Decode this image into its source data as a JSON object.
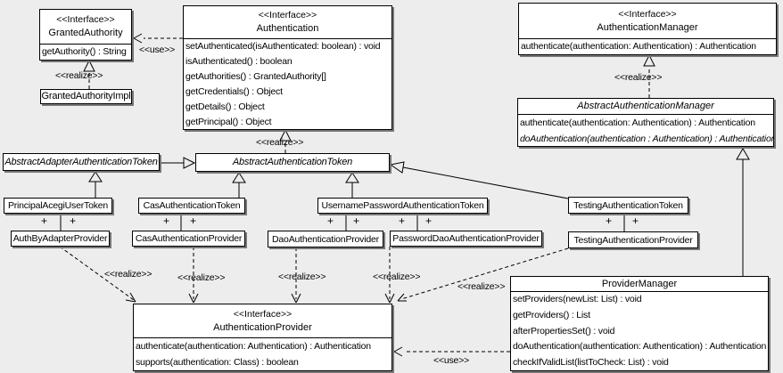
{
  "diagram": {
    "type": "uml-class-diagram",
    "bg_color": "#ededed",
    "box_fill": "#ffffff",
    "line_color": "#000000",
    "shadow_color": "#777777"
  },
  "labels": {
    "realize": "<<realize>>",
    "use": "<<use>>",
    "plus": "+"
  },
  "classes": {
    "granted_authority": {
      "stereotype": "<<Interface>>",
      "name": "GrantedAuthority",
      "methods": [
        "getAuthority() : String"
      ]
    },
    "granted_authority_impl": {
      "name": "GrantedAuthorityImpl"
    },
    "authentication": {
      "stereotype": "<<Interface>>",
      "name": "Authentication",
      "methods": [
        "setAuthenticated(isAuthenticated: boolean) : void",
        "isAuthenticated() : boolean",
        "getAuthorities() : GrantedAuthority[]",
        "getCredentials() : Object",
        "getDetails() : Object",
        "getPrincipal() : Object"
      ]
    },
    "authentication_manager": {
      "stereotype": "<<Interface>>",
      "name": "AuthenticationManager",
      "methods": [
        "authenticate(authentication: Authentication) : Authentication"
      ]
    },
    "abstract_authentication_manager": {
      "name": "AbstractAuthenticationManager",
      "methods": [
        "authenticate(authentication: Authentication) : Authentication",
        "doAuthentication(authentication : Authentication) : Authentication"
      ]
    },
    "abstract_adapter_authentication_token": {
      "name": "AbstractAdapterAuthenticationToken"
    },
    "abstract_authentication_token": {
      "name": "AbstractAuthenticationToken"
    },
    "principal_acegi_user_token": {
      "name": "PrincipalAcegiUserToken"
    },
    "cas_authentication_token": {
      "name": "CasAuthenticationToken"
    },
    "username_password_authentication_token": {
      "name": "UsernamePasswordAuthenticationToken"
    },
    "testing_authentication_token": {
      "name": "TestingAuthenticationToken"
    },
    "auth_by_adapter_provider": {
      "name": "AuthByAdapterProvider"
    },
    "cas_authentication_provider": {
      "name": "CasAuthenticationProvider"
    },
    "dao_authentication_provider": {
      "name": "DaoAuthenticationProvider"
    },
    "password_dao_authentication_provider": {
      "name": "PasswordDaoAuthenticationProvider"
    },
    "testing_authentication_provider": {
      "name": "TestingAuthenticationProvider"
    },
    "authentication_provider": {
      "stereotype": "<<Interface>>",
      "name": "AuthenticationProvider",
      "methods": [
        "authenticate(authentication: Authentication) : Authentication",
        "supports(authentication: Class) : boolean"
      ]
    },
    "provider_manager": {
      "name": "ProviderManager",
      "methods": [
        "setProviders(newList: List) : void",
        "getProviders() : List",
        "afterPropertiesSet() : void",
        "doAuthentication(authentication: Authentication) : Authentication",
        "checkIfValidList(listToCheck: List) : void"
      ]
    }
  }
}
